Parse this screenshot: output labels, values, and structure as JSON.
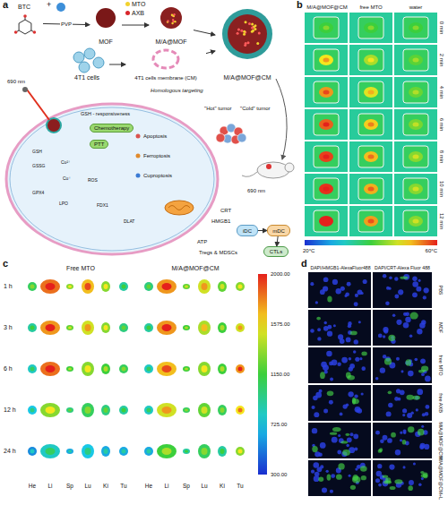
{
  "diagram": {
    "nodes": [
      {
        "text": [
          "BTC"
        ]
      },
      {
        "text": [
          "MOF"
        ]
      },
      {
        "text": [
          "M/A@MOF"
        ]
      },
      {
        "text": [
          "4T1 cells"
        ]
      },
      {
        "text": [
          "4T1 cells membrane (CM)"
        ]
      },
      {
        "text": [
          "M/A@MOF@CM"
        ]
      },
      {
        "text": [
          "Chemotherapy"
        ]
      },
      {
        "text": [
          "PTT"
        ]
      },
      {
        "text": [
          "iDC"
        ]
      },
      {
        "text": [
          "mDC"
        ]
      },
      {
        "text": [
          "CTLs"
        ]
      }
    ],
    "edges": [
      {
        "from": 0,
        "to": 1,
        "arrow": "to",
        "label": "PVP"
      },
      {
        "from": 1,
        "to": 2,
        "arrow": "to"
      },
      {
        "from": 3,
        "to": 4,
        "arrow": "to"
      },
      {
        "from": 2,
        "to": 5,
        "arrow": "to"
      },
      {
        "from": 4,
        "to": 5,
        "arrow": "to"
      },
      {
        "from": 8,
        "to": 9,
        "arrow": "to"
      },
      {
        "from": 9,
        "to": 10,
        "arrow": "to"
      }
    ],
    "labels": [
      "a",
      "b",
      "c",
      "d",
      "+",
      "690 nm",
      "GSH - responsiveness",
      "Homologous targeting",
      "\"Hot\" tumor",
      "\"Cold\" tumor",
      "690 nm",
      "CRT",
      "HMGB1",
      "ATP",
      "Tregs & MDSCs",
      "Apoptosis",
      "Ferroptosis",
      "Cuproptosis",
      "GSH",
      "GSSG",
      "Cu²⁺",
      "Cu⁺",
      "ROS",
      "GPX4",
      "LPO",
      "FDX1",
      "DLAT",
      "M/A@MOF@CM",
      "free MTO",
      "water",
      "0 min",
      "2 min",
      "4 min",
      "6 min",
      "8 min",
      "10 min",
      "12 min",
      "20°C",
      "60°C",
      "Free MTO",
      "M/A@MOF@CM",
      "1 h",
      "3 h",
      "6 h",
      "12 h",
      "24 h",
      "He",
      "Li",
      "Sp",
      "Lu",
      "Ki",
      "Tu",
      "He",
      "Li",
      "Sp",
      "Lu",
      "Ki",
      "Tu",
      "2000.00",
      "1575.00",
      "1150.00",
      "725.00",
      "300.00",
      "DAPI/HMGB1-AlexaFluor488",
      "DAPI/CRT-Alexa Fluor 488",
      "PBS",
      "MOF",
      "free MTO",
      "free AXB",
      "M/A@MOF@CM",
      "M/A@MOF@CM+L"
    ],
    "legend": [
      {
        "text": "MTO",
        "color": "#f2d22e"
      },
      {
        "text": "AXB",
        "color": "#d9262b"
      }
    ]
  }
}
